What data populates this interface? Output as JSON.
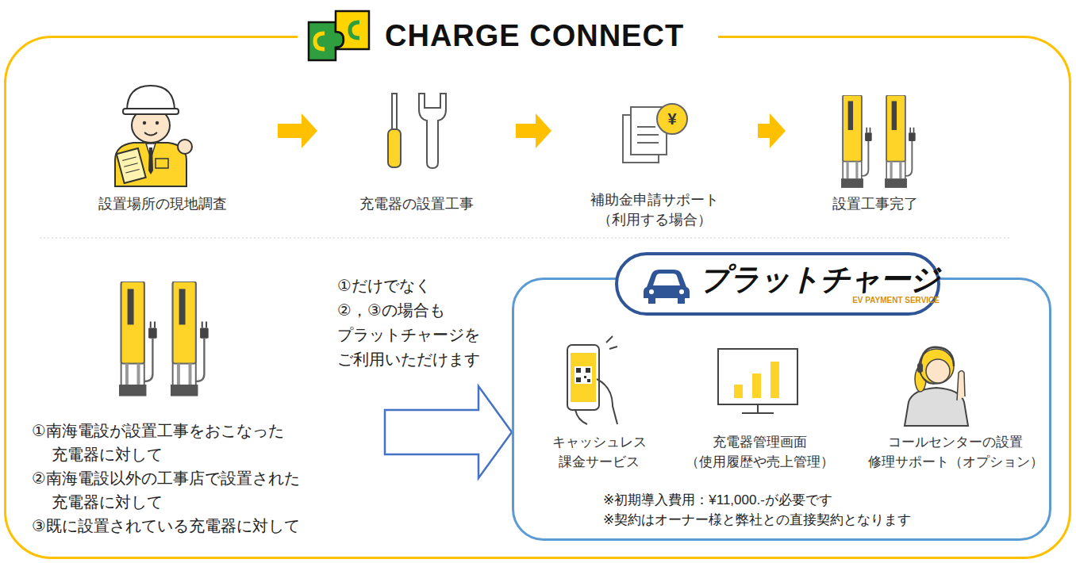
{
  "diagram": {
    "nodes": [
      {
        "text": [
          "CHARGE CONNECT"
        ]
      },
      {
        "text": [
          "設置場所の現地調査"
        ],
        "in": 0
      },
      {
        "text": [
          "充電器の設置工事"
        ],
        "in": 0
      },
      {
        "text": [
          "補助金申請サポート （利用する場合）"
        ],
        "in": 0
      },
      {
        "text": [
          "設置工事完了"
        ],
        "in": 0
      },
      {
        "text": [
          "①南海電設が設置工事をおこなった 充電器に対して",
          "②南海電設以外の工事店で設置された 充電器に対して",
          "③既に設置されている充電器に対して"
        ],
        "in": 0
      },
      {
        "text": [
          "プラットチャージ",
          "EV PAYMENT SERVICE",
          "※初期導入費用：¥11,000.-が必要です",
          "※契約はオーナー様と弊社との直接契約となります"
        ],
        "in": 0
      },
      {
        "text": [
          "キャッシュレス 課金サービス"
        ],
        "in": 6
      },
      {
        "text": [
          "充電器管理画面 （使用履歴や売上管理）"
        ],
        "in": 6
      },
      {
        "text": [
          "コールセンターの設置 修理サポート（オプション）"
        ],
        "in": 6
      }
    ],
    "edges": [
      {
        "from": 1,
        "to": 2,
        "arrow": "to"
      },
      {
        "from": 2,
        "to": 3,
        "arrow": "to"
      },
      {
        "from": 3,
        "to": 4,
        "arrow": "to"
      },
      {
        "from": 5,
        "to": 6,
        "arrow": "to",
        "label": "①だけでなく ②，③の場合も プラットチャージを ご利用いただけます"
      }
    ],
    "labels": [
      "¥"
    ]
  }
}
